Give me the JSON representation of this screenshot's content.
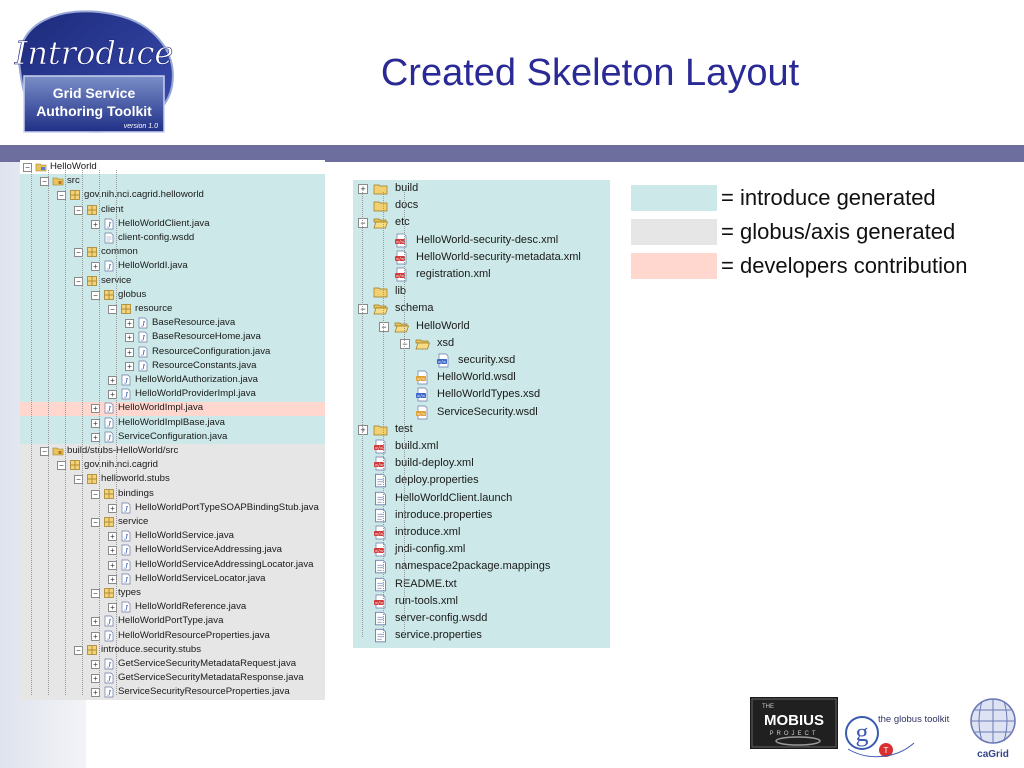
{
  "slide": {
    "title": "Created Skeleton Layout",
    "logo": {
      "line1": "Introduce",
      "line2": "Grid Service",
      "line3": "Authoring Toolkit",
      "line4": "version 1.0"
    },
    "footer_logos": {
      "mobius": {
        "top": "THE",
        "main": "MOBIUS",
        "bottom": "PROJECT"
      },
      "globus": "the globus toolkit",
      "cagrid": "caGrid"
    }
  },
  "colors": {
    "introduce": "#cce8e8",
    "globus": "#e6e6e6",
    "developer": "#ffd7cf",
    "title": "#2a2a96",
    "band": "#6e6e9e"
  },
  "legend": [
    {
      "label": "= introduce generated",
      "color": "#cce8e8"
    },
    {
      "label": "= globus/axis generated",
      "color": "#e6e6e6"
    },
    {
      "label": "= developers contribution",
      "color": "#ffd7cf"
    }
  ],
  "left_tree": [
    {
      "label": "HelloWorld",
      "level": 0,
      "exp": "-",
      "icon": "project",
      "zone": "white"
    },
    {
      "label": "src",
      "level": 1,
      "exp": "-",
      "icon": "srcfolder",
      "zone": "intro"
    },
    {
      "label": "gov.nih.nci.cagrid.helloworld",
      "level": 2,
      "exp": "-",
      "icon": "package",
      "zone": "intro"
    },
    {
      "label": "client",
      "level": 3,
      "exp": "-",
      "icon": "package",
      "zone": "intro"
    },
    {
      "label": "HelloWorldClient.java",
      "level": 4,
      "exp": "+",
      "icon": "java",
      "zone": "intro"
    },
    {
      "label": "client-config.wsdd",
      "level": 4,
      "exp": "",
      "icon": "file",
      "zone": "intro"
    },
    {
      "label": "common",
      "level": 3,
      "exp": "-",
      "icon": "package",
      "zone": "intro"
    },
    {
      "label": "HelloWorldI.java",
      "level": 4,
      "exp": "+",
      "icon": "java",
      "zone": "intro"
    },
    {
      "label": "service",
      "level": 3,
      "exp": "-",
      "icon": "package",
      "zone": "intro"
    },
    {
      "label": "globus",
      "level": 4,
      "exp": "-",
      "icon": "package",
      "zone": "intro"
    },
    {
      "label": "resource",
      "level": 5,
      "exp": "-",
      "icon": "package",
      "zone": "intro"
    },
    {
      "label": "BaseResource.java",
      "level": 6,
      "exp": "+",
      "icon": "java",
      "zone": "intro"
    },
    {
      "label": "BaseResourceHome.java",
      "level": 6,
      "exp": "+",
      "icon": "java",
      "zone": "intro"
    },
    {
      "label": "ResourceConfiguration.java",
      "level": 6,
      "exp": "+",
      "icon": "java",
      "zone": "intro"
    },
    {
      "label": "ResourceConstants.java",
      "level": 6,
      "exp": "+",
      "icon": "java",
      "zone": "intro"
    },
    {
      "label": "HelloWorldAuthorization.java",
      "level": 5,
      "exp": "+",
      "icon": "java",
      "zone": "intro"
    },
    {
      "label": "HelloWorldProviderImpl.java",
      "level": 5,
      "exp": "+",
      "icon": "java",
      "zone": "intro"
    },
    {
      "label": "HelloWorldImpl.java",
      "level": 4,
      "exp": "+",
      "icon": "java",
      "zone": "dev"
    },
    {
      "label": "HelloWorldImplBase.java",
      "level": 4,
      "exp": "+",
      "icon": "java",
      "zone": "intro"
    },
    {
      "label": "ServiceConfiguration.java",
      "level": 4,
      "exp": "+",
      "icon": "java",
      "zone": "intro"
    },
    {
      "label": "build/stubs-HelloWorld/src",
      "level": 1,
      "exp": "-",
      "icon": "srcfolder",
      "zone": "globus"
    },
    {
      "label": "gov.nih.nci.cagrid",
      "level": 2,
      "exp": "-",
      "icon": "package",
      "zone": "globus"
    },
    {
      "label": "helloworld.stubs",
      "level": 3,
      "exp": "-",
      "icon": "package",
      "zone": "globus"
    },
    {
      "label": "bindings",
      "level": 4,
      "exp": "-",
      "icon": "package",
      "zone": "globus"
    },
    {
      "label": "HelloWorldPortTypeSOAPBindingStub.java",
      "level": 5,
      "exp": "+",
      "icon": "java",
      "zone": "globus"
    },
    {
      "label": "service",
      "level": 4,
      "exp": "-",
      "icon": "package",
      "zone": "globus"
    },
    {
      "label": "HelloWorldService.java",
      "level": 5,
      "exp": "+",
      "icon": "java",
      "zone": "globus"
    },
    {
      "label": "HelloWorldServiceAddressing.java",
      "level": 5,
      "exp": "+",
      "icon": "java",
      "zone": "globus"
    },
    {
      "label": "HelloWorldServiceAddressingLocator.java",
      "level": 5,
      "exp": "+",
      "icon": "java",
      "zone": "globus"
    },
    {
      "label": "HelloWorldServiceLocator.java",
      "level": 5,
      "exp": "+",
      "icon": "java",
      "zone": "globus"
    },
    {
      "label": "types",
      "level": 4,
      "exp": "-",
      "icon": "package",
      "zone": "globus"
    },
    {
      "label": "HelloWorldReference.java",
      "level": 5,
      "exp": "+",
      "icon": "java",
      "zone": "globus"
    },
    {
      "label": "HelloWorldPortType.java",
      "level": 4,
      "exp": "+",
      "icon": "java",
      "zone": "globus"
    },
    {
      "label": "HelloWorldResourceProperties.java",
      "level": 4,
      "exp": "+",
      "icon": "java",
      "zone": "globus"
    },
    {
      "label": "introduce.security.stubs",
      "level": 3,
      "exp": "-",
      "icon": "package",
      "zone": "globus"
    },
    {
      "label": "GetServiceSecurityMetadataRequest.java",
      "level": 4,
      "exp": "+",
      "icon": "java",
      "zone": "globus"
    },
    {
      "label": "GetServiceSecurityMetadataResponse.java",
      "level": 4,
      "exp": "+",
      "icon": "java",
      "zone": "globus"
    },
    {
      "label": "ServiceSecurityResourceProperties.java",
      "level": 4,
      "exp": "+",
      "icon": "java",
      "zone": "globus"
    }
  ],
  "right_tree": [
    {
      "label": "build",
      "level": 0,
      "exp": "+",
      "icon": "folder"
    },
    {
      "label": "docs",
      "level": 0,
      "exp": "",
      "icon": "folder"
    },
    {
      "label": "etc",
      "level": 0,
      "exp": "-",
      "icon": "folder-open"
    },
    {
      "label": "HelloWorld-security-desc.xml",
      "level": 1,
      "exp": "",
      "icon": "xml"
    },
    {
      "label": "HelloWorld-security-metadata.xml",
      "level": 1,
      "exp": "",
      "icon": "xml"
    },
    {
      "label": "registration.xml",
      "level": 1,
      "exp": "",
      "icon": "xml"
    },
    {
      "label": "lib",
      "level": 0,
      "exp": "",
      "icon": "folder"
    },
    {
      "label": "schema",
      "level": 0,
      "exp": "-",
      "icon": "folder-open"
    },
    {
      "label": "HelloWorld",
      "level": 1,
      "exp": "-",
      "icon": "folder-open"
    },
    {
      "label": "xsd",
      "level": 2,
      "exp": "-",
      "icon": "folder-open"
    },
    {
      "label": "security.xsd",
      "level": 3,
      "exp": "",
      "icon": "xsd"
    },
    {
      "label": "HelloWorld.wsdl",
      "level": 2,
      "exp": "",
      "icon": "wsdl"
    },
    {
      "label": "HelloWorldTypes.xsd",
      "level": 2,
      "exp": "",
      "icon": "xsd"
    },
    {
      "label": "ServiceSecurity.wsdl",
      "level": 2,
      "exp": "",
      "icon": "wsdl"
    },
    {
      "label": "test",
      "level": 0,
      "exp": "+",
      "icon": "folder"
    },
    {
      "label": "build.xml",
      "level": 0,
      "exp": "",
      "icon": "xml"
    },
    {
      "label": "build-deploy.xml",
      "level": 0,
      "exp": "",
      "icon": "xml"
    },
    {
      "label": "deploy.properties",
      "level": 0,
      "exp": "",
      "icon": "file"
    },
    {
      "label": "HelloWorldClient.launch",
      "level": 0,
      "exp": "",
      "icon": "file"
    },
    {
      "label": "introduce.properties",
      "level": 0,
      "exp": "",
      "icon": "file"
    },
    {
      "label": "introduce.xml",
      "level": 0,
      "exp": "",
      "icon": "xml"
    },
    {
      "label": "jndi-config.xml",
      "level": 0,
      "exp": "",
      "icon": "xml"
    },
    {
      "label": "namespace2package.mappings",
      "level": 0,
      "exp": "",
      "icon": "file"
    },
    {
      "label": "README.txt",
      "level": 0,
      "exp": "",
      "icon": "file"
    },
    {
      "label": "run-tools.xml",
      "level": 0,
      "exp": "",
      "icon": "xml"
    },
    {
      "label": "server-config.wsdd",
      "level": 0,
      "exp": "",
      "icon": "file"
    },
    {
      "label": "service.properties",
      "level": 0,
      "exp": "",
      "icon": "file"
    }
  ]
}
